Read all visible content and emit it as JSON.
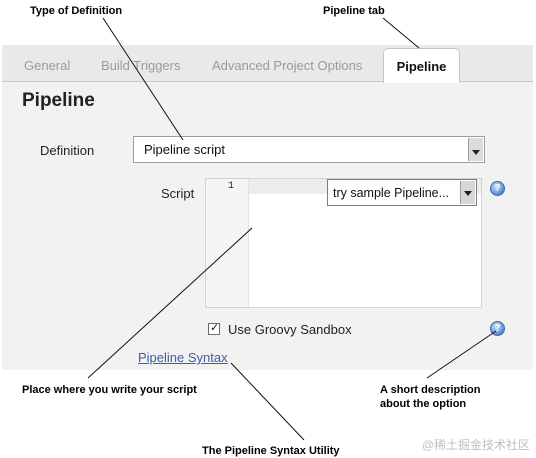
{
  "callouts": {
    "type_of_definition": "Type of Definition",
    "pipeline_tab": "Pipeline tab",
    "write_script": "Place where you write your script",
    "short_description_line1": "A short description",
    "short_description_line2": "about the option",
    "syntax_utility": "The Pipeline Syntax Utility"
  },
  "tabs": [
    {
      "label": "General"
    },
    {
      "label": "Build Triggers"
    },
    {
      "label": "Advanced Project Options"
    },
    {
      "label": "Pipeline",
      "active": true
    }
  ],
  "section": {
    "title": "Pipeline"
  },
  "definition": {
    "label": "Definition",
    "value": "Pipeline script"
  },
  "script": {
    "label": "Script",
    "line_number": "1",
    "sample_select": "try sample Pipeline..."
  },
  "sandbox": {
    "label": "Use Groovy Sandbox",
    "checked": true
  },
  "syntax_link": "Pipeline Syntax",
  "help_icon": "?",
  "watermark": "@稀土掘金技术社区",
  "colors": {
    "link": "#3a60a8",
    "panel_bg": "#f2f2f2",
    "help_icon": "#6f9ed8"
  }
}
